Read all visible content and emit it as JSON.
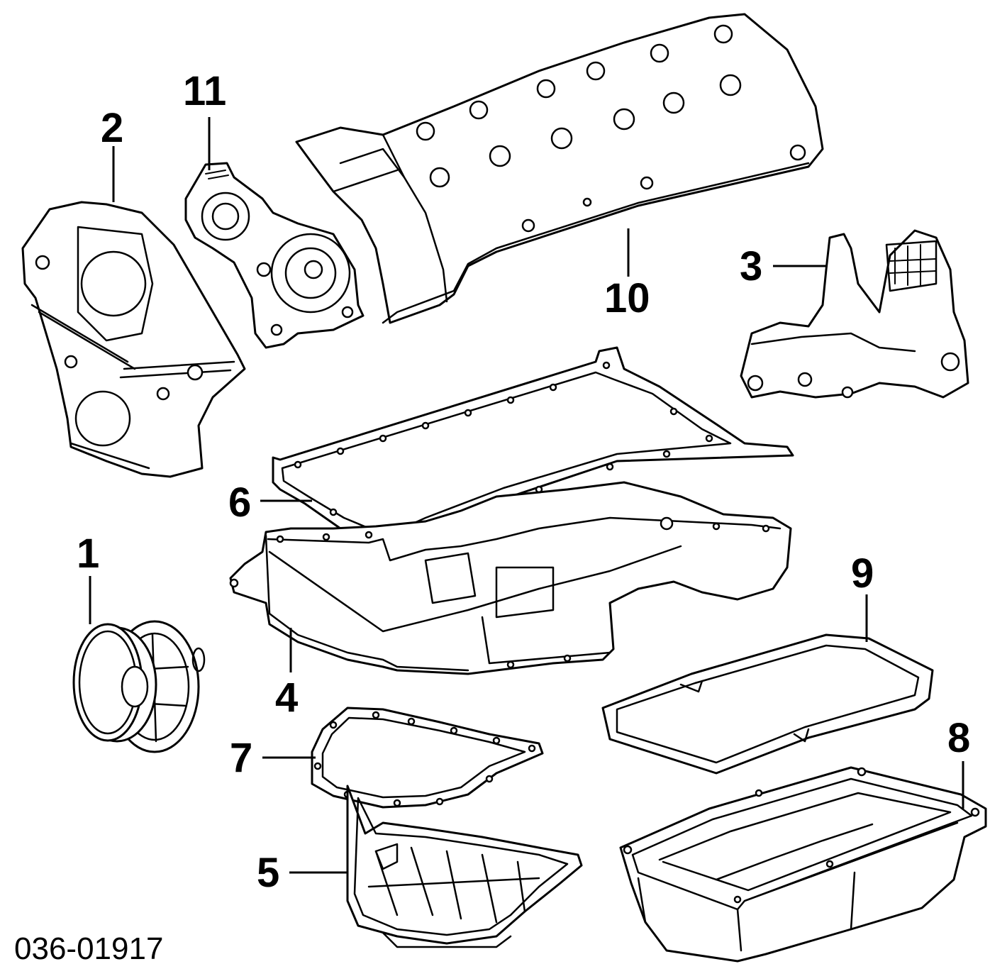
{
  "diagram": {
    "callouts": [
      {
        "id": "1",
        "label": "1"
      },
      {
        "id": "2",
        "label": "2"
      },
      {
        "id": "3",
        "label": "3"
      },
      {
        "id": "4",
        "label": "4"
      },
      {
        "id": "5",
        "label": "5"
      },
      {
        "id": "6",
        "label": "6"
      },
      {
        "id": "7",
        "label": "7"
      },
      {
        "id": "8",
        "label": "8"
      },
      {
        "id": "9",
        "label": "9"
      },
      {
        "id": "10",
        "label": "10"
      },
      {
        "id": "11",
        "label": "11"
      }
    ],
    "reference_code": "036-01917"
  }
}
